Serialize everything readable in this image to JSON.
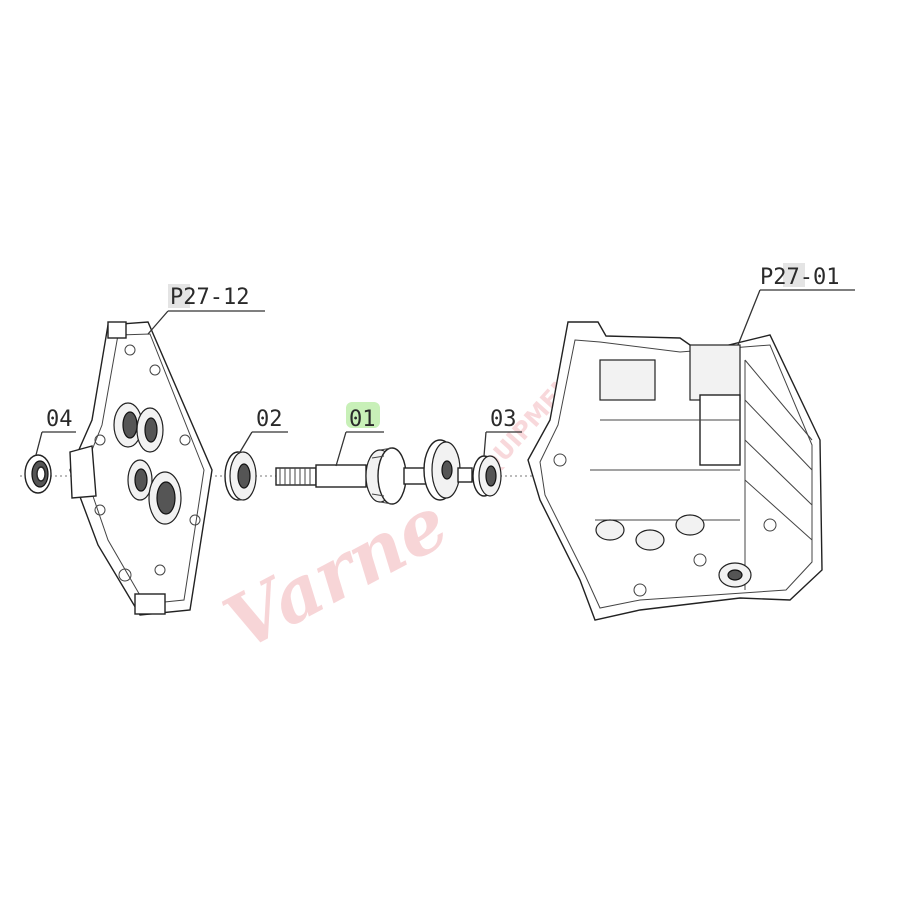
{
  "colors": {
    "highlight": "#c8f0b8",
    "tag_bg": "#d8d8d8",
    "watermark": "#f2b3b8"
  },
  "callouts": {
    "p27_12": "P27-12",
    "p27_01": "P27-01",
    "c04": "04",
    "c02": "02",
    "c01": "01",
    "c03": "03"
  },
  "watermark": {
    "script": "Varne",
    "arc": "EQUIPMENT"
  }
}
